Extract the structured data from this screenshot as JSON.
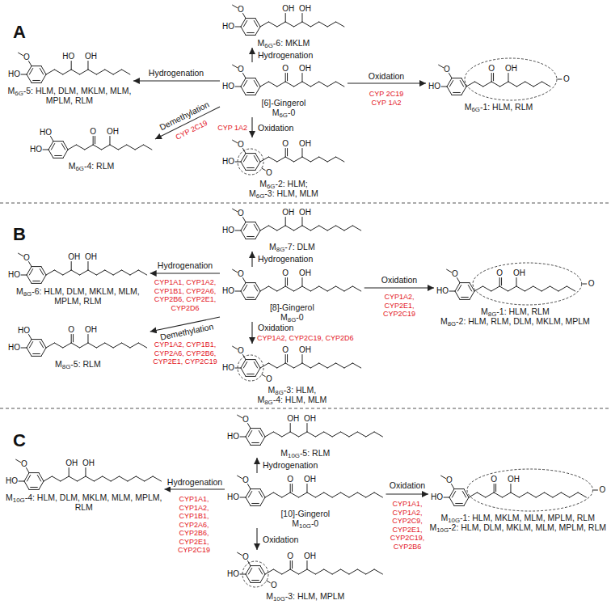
{
  "diagram": {
    "nodes": [
      {
        "text": [
          "M6G-6: MKLM"
        ]
      },
      {
        "text": [
          "M6G-5: HLM, DLM, MKLM, MLM, MPLM, RLM"
        ]
      },
      {
        "text": [
          "[6]-Gingerol",
          "M6G-0"
        ]
      },
      {
        "text": [
          "M6G-1: HLM, RLM"
        ]
      },
      {
        "text": [
          "M6G-4: RLM"
        ]
      },
      {
        "text": [
          "M6G-2: HLM;",
          "M6G-3: HLM, MLM"
        ]
      },
      {
        "text": [
          "M8G-7: DLM"
        ]
      },
      {
        "text": [
          "M8G-6: HLM, DLM, MKLM, MLM, MPLM, RLM"
        ]
      },
      {
        "text": [
          "[8]-Gingerol",
          "M8G-0"
        ]
      },
      {
        "text": [
          "M8G-1: HLM, RLM",
          "M8G-2: HLM, RLM, DLM, MKLM, MPLM"
        ]
      },
      {
        "text": [
          "M8G-5: RLM"
        ]
      },
      {
        "text": [
          "M8G-3: HLM,",
          "M8G-4: HLM, MLM"
        ]
      },
      {
        "text": [
          "M10G-5: RLM"
        ]
      },
      {
        "text": [
          "M10G-4: HLM, DLM, MKLM, MLM, MPLM, RLM"
        ]
      },
      {
        "text": [
          "[10]-Gingerol",
          "M10G-0"
        ]
      },
      {
        "text": [
          "M10G-1: HLM, MKLM, MLM, MPLM, RLM",
          "M10G-2: HLM, DLM, MKLM, MLM, MPLM, RLM"
        ]
      },
      {
        "text": [
          "M10G-3: HLM, MPLM"
        ]
      }
    ],
    "edges": [
      {
        "from": 2,
        "to": 0,
        "label": "Hydrogenation",
        "arrow": "to"
      },
      {
        "from": 2,
        "to": 1,
        "label": "Hydrogenation",
        "arrow": "to"
      },
      {
        "from": 2,
        "to": 3,
        "label": "Oxidation",
        "arrow": "to"
      },
      {
        "from": 2,
        "to": 4,
        "label": "Demethylation",
        "arrow": "to"
      },
      {
        "from": 2,
        "to": 5,
        "label": "Oxidation",
        "arrow": "to"
      },
      {
        "from": 8,
        "to": 6,
        "label": "Hydrogenation",
        "arrow": "to"
      },
      {
        "from": 8,
        "to": 7,
        "label": "Hydrogenation",
        "arrow": "to"
      },
      {
        "from": 8,
        "to": 9,
        "label": "Oxidation",
        "arrow": "to"
      },
      {
        "from": 8,
        "to": 10,
        "label": "Demethylation",
        "arrow": "to"
      },
      {
        "from": 8,
        "to": 11,
        "label": "Oxidation",
        "arrow": "to"
      },
      {
        "from": 14,
        "to": 12,
        "label": "Hydrogenation",
        "arrow": "to"
      },
      {
        "from": 14,
        "to": 13,
        "label": "Hydrogenation",
        "arrow": "to"
      },
      {
        "from": 14,
        "to": 15,
        "label": "Oxidation",
        "arrow": "to"
      },
      {
        "from": 14,
        "to": 16,
        "label": "Oxidation",
        "arrow": "to"
      }
    ],
    "labels": [
      "A",
      "CYP 2C19",
      "CYP 2C19 CYP 1A2",
      "CYP 1A2",
      "O",
      "HO",
      "OH",
      "OH",
      "O",
      "HO",
      "HO",
      "OH",
      "O",
      "HO",
      "O",
      "OH",
      "O",
      "HO",
      "O",
      "OH",
      "O",
      "HO",
      "HO",
      "O",
      "OH",
      "O",
      "HO",
      "O",
      "OH",
      "O",
      "B",
      "CYP1A1, CYP1A2, CYP1B1, CYP2A6, CYP2B6, CYP2E1, CYP2D6",
      "CYP1A2, CYP1B1, CYP2A6, CYP2B6, CYP2E1, CYP2C19",
      "CYP1A2, CYP2E1, CYP2C19",
      "CYP1A2, CYP2C19, CYP2D6",
      "O",
      "HO",
      "OH",
      "OH",
      "O",
      "HO",
      "OH",
      "OH",
      "O",
      "HO",
      "O",
      "OH",
      "O",
      "HO",
      "O",
      "OH",
      "O",
      "HO",
      "HO",
      "O",
      "OH",
      "O",
      "HO",
      "O",
      "OH",
      "O",
      "C",
      "CYP1A1, CYP1A2, CYP1B1, CYP2A6, CYP2B6, CYP2E1, CYP2C19",
      "CYP1A1, CYP1A2, CYP2C9, CYP2E1, CYP2C19, CYP2B6",
      "O",
      "HO",
      "OH",
      "OH",
      "O",
      "HO",
      "OH",
      "OH",
      "O",
      "HO",
      "O",
      "OH",
      "O",
      "HO",
      "O",
      "OH",
      "O",
      "O",
      "HO",
      "O",
      "OH",
      "O"
    ]
  }
}
